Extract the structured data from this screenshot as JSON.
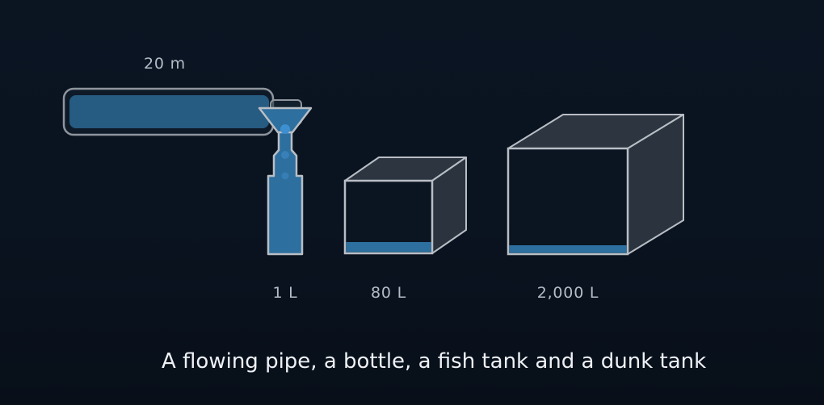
{
  "labels": {
    "pipe": "20 m",
    "bottle": "1 L",
    "fish_tank": "80 L",
    "dunk_tank": "2,000 L"
  },
  "caption": "A flowing pipe, a bottle, a fish tank and a dunk tank",
  "colors": {
    "background": "#0b1522",
    "outline": "#b9bec5",
    "water": "#2d6f9e",
    "bright_water": "#3d8fd0",
    "box_side": "#2a333e",
    "label_text": "#b4bcc7",
    "caption_text": "#eef1f5"
  },
  "fill_levels": {
    "bottle": 1.0,
    "fish_tank": 0.16,
    "dunk_tank": 0.1
  }
}
